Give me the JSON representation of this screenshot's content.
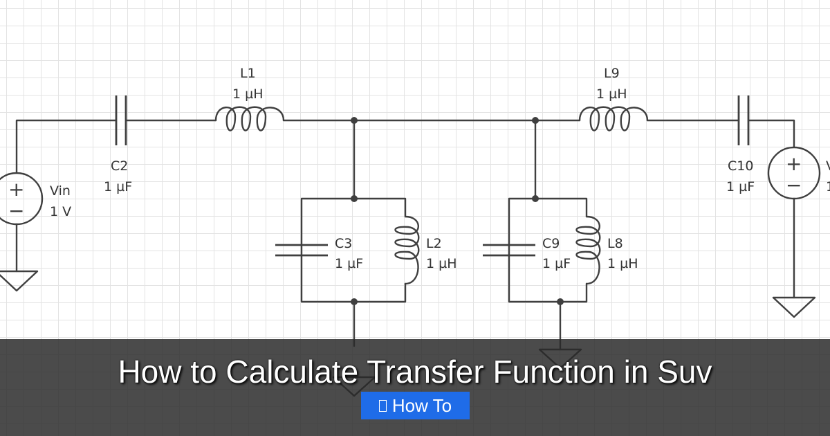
{
  "diagram": {
    "components": [
      {
        "ref": "L1",
        "value": "1 µH"
      },
      {
        "ref": "L9",
        "value": "1 µH"
      },
      {
        "ref": "C2",
        "value": "1 µF"
      },
      {
        "ref": "C10",
        "value": "1 µF"
      },
      {
        "ref": "Vin",
        "value": "1 V"
      },
      {
        "ref": "V",
        "value": "1"
      },
      {
        "ref": "C3",
        "value": "1 µF"
      },
      {
        "ref": "L2",
        "value": "1 µH"
      },
      {
        "ref": "C9",
        "value": "1 µF"
      },
      {
        "ref": "L8",
        "value": "1 µH"
      }
    ],
    "source_plus": "+",
    "source_minus": "−"
  },
  "banner": {
    "title": "How to Calculate Transfer Function in Suv",
    "badge_label": "How To",
    "badge_icon": "book-icon",
    "badge_color": "#1f6ce8"
  }
}
